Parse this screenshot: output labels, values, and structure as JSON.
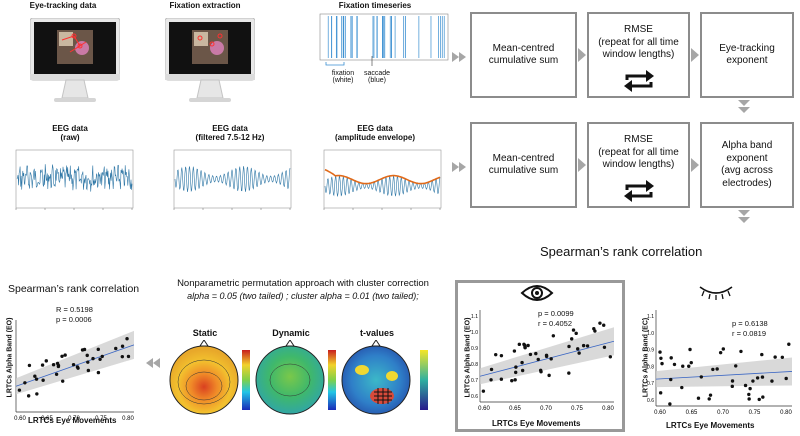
{
  "top_row": {
    "eye_tracking_title": "Eye-tracking data",
    "fixation_extraction_title": "Fixation extraction",
    "fixation_timeseries_title": "Fixation timeseries",
    "fixation_label": "fixation\n(white)",
    "saccade_label": "saccade\n(blue)",
    "box_mean_centred": "Mean-centred\ncumulative sum",
    "box_rmse": "RMSE\n(repeat for all time\nwindow lengths)",
    "box_exponent": "Eye-tracking\nexponent"
  },
  "eeg_row": {
    "raw_title": "EEG data\n(raw)",
    "filtered_title": "EEG data\n(filtered 7.5-12 Hz)",
    "envelope_title": "EEG data\n(amplitude envelope)",
    "box_mean_centred": "Mean-centred\ncumulative sum",
    "box_rmse": "RMSE\n(repeat for all time\nwindow lengths)",
    "box_exponent": "Alpha band\nexponent\n(avg across\nelectrodes)"
  },
  "spearman_header": "Spearman’s rank correlation",
  "left_panel": {
    "title": "Spearman’s rank correlation",
    "r_label": "R = 0.5198",
    "p_label": "p = 0.0006",
    "xlabel": "LRTCs Eye Movements",
    "ylabel": "LRTCs Alpha Band (EO)",
    "x_ticks": [
      "0.60",
      "0.65",
      "0.70",
      "0.75",
      "0.80"
    ]
  },
  "middle_panel": {
    "title": "Nonparametric permutation approach with cluster correction",
    "subtitle": "alpha = 0.05 (two tailed) ; cluster alpha = 0.01 (two tailed);",
    "maps": [
      {
        "label": "Static"
      },
      {
        "label": "Dynamic"
      },
      {
        "label": "t-values"
      }
    ]
  },
  "eo_panel": {
    "p_label": "p = 0.0099",
    "r_label": "r = 0.4052",
    "xlabel": "LRTCs Eye Movements",
    "ylabel": "LRTCs Alpha Band (EO)",
    "x_ticks": [
      "0.60",
      "0.65",
      "0.70",
      "0.75",
      "0.80"
    ],
    "y_ticks": [
      "0.6",
      "0.7",
      "0.8",
      "0.9",
      "1.0",
      "1.1"
    ]
  },
  "ec_panel": {
    "p_label": "p = 0.6138",
    "r_label": "r = 0.0819",
    "xlabel": "LRTCs Eye Movements",
    "ylabel": "LRTCs Alpha Band (EC)",
    "x_ticks": [
      "0.60",
      "0.65",
      "0.70",
      "0.75",
      "0.80"
    ],
    "y_ticks": [
      "0.6",
      "0.7",
      "0.8",
      "0.9",
      "1.0",
      "1.1"
    ]
  },
  "colors": {
    "arrow": "#a6a6a6",
    "signal": "#2f77a6",
    "envelope": "#e06a1a",
    "fit_band": "#cfcfcf",
    "fit_line": "#3a66c4"
  }
}
